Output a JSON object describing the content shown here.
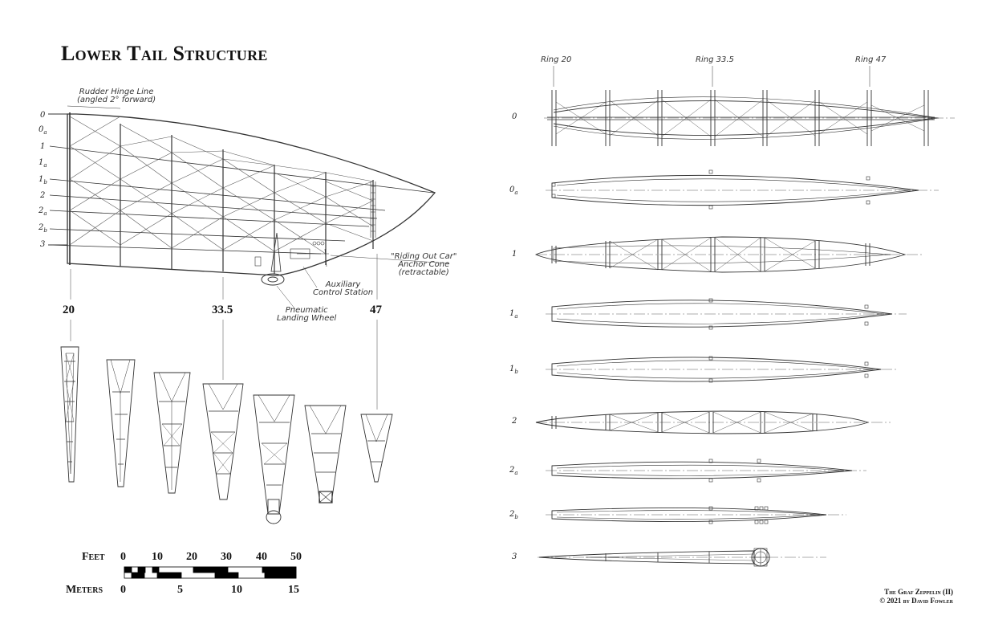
{
  "title": "Lower Tail Structure",
  "side_view": {
    "rudder_hinge_line": "Rudder Hinge Line",
    "rudder_hinge_note": "(angled 2° forward)",
    "waterline_labels": [
      "0",
      "0",
      "1",
      "1",
      "1",
      "2",
      "2",
      "2",
      "3"
    ],
    "waterline_subscripts": [
      "",
      "a",
      "",
      "a",
      "b",
      "",
      "a",
      "b",
      ""
    ],
    "callouts": {
      "riding_out_car_1": "\"Riding Out Car\"",
      "riding_out_car_2": "Anchor Cone",
      "riding_out_car_3": "(retractable)",
      "aux_control_1": "Auxiliary",
      "aux_control_2": "Control Station",
      "landing_wheel_1": "Pneumatic",
      "landing_wheel_2": "Landing Wheel"
    },
    "ring_numbers": [
      "20",
      "33.5",
      "47"
    ]
  },
  "scale": {
    "feet_label": "Feet",
    "feet_ticks": [
      "0",
      "10",
      "20",
      "30",
      "40",
      "50"
    ],
    "meters_label": "Meters",
    "meters_ticks": [
      "0",
      "5",
      "10",
      "15"
    ]
  },
  "plan_view": {
    "ring_labels": [
      "Ring 20",
      "Ring 33.5",
      "Ring 47"
    ],
    "section_labels": [
      "0",
      "0",
      "1",
      "1",
      "1",
      "2",
      "2",
      "2",
      "3"
    ],
    "section_subscripts": [
      "",
      "a",
      "",
      "a",
      "b",
      "",
      "a",
      "b",
      ""
    ]
  },
  "credit": {
    "line1": "The Graf Zeppelin (II)",
    "line2": "© 2021 by David Fowler"
  }
}
